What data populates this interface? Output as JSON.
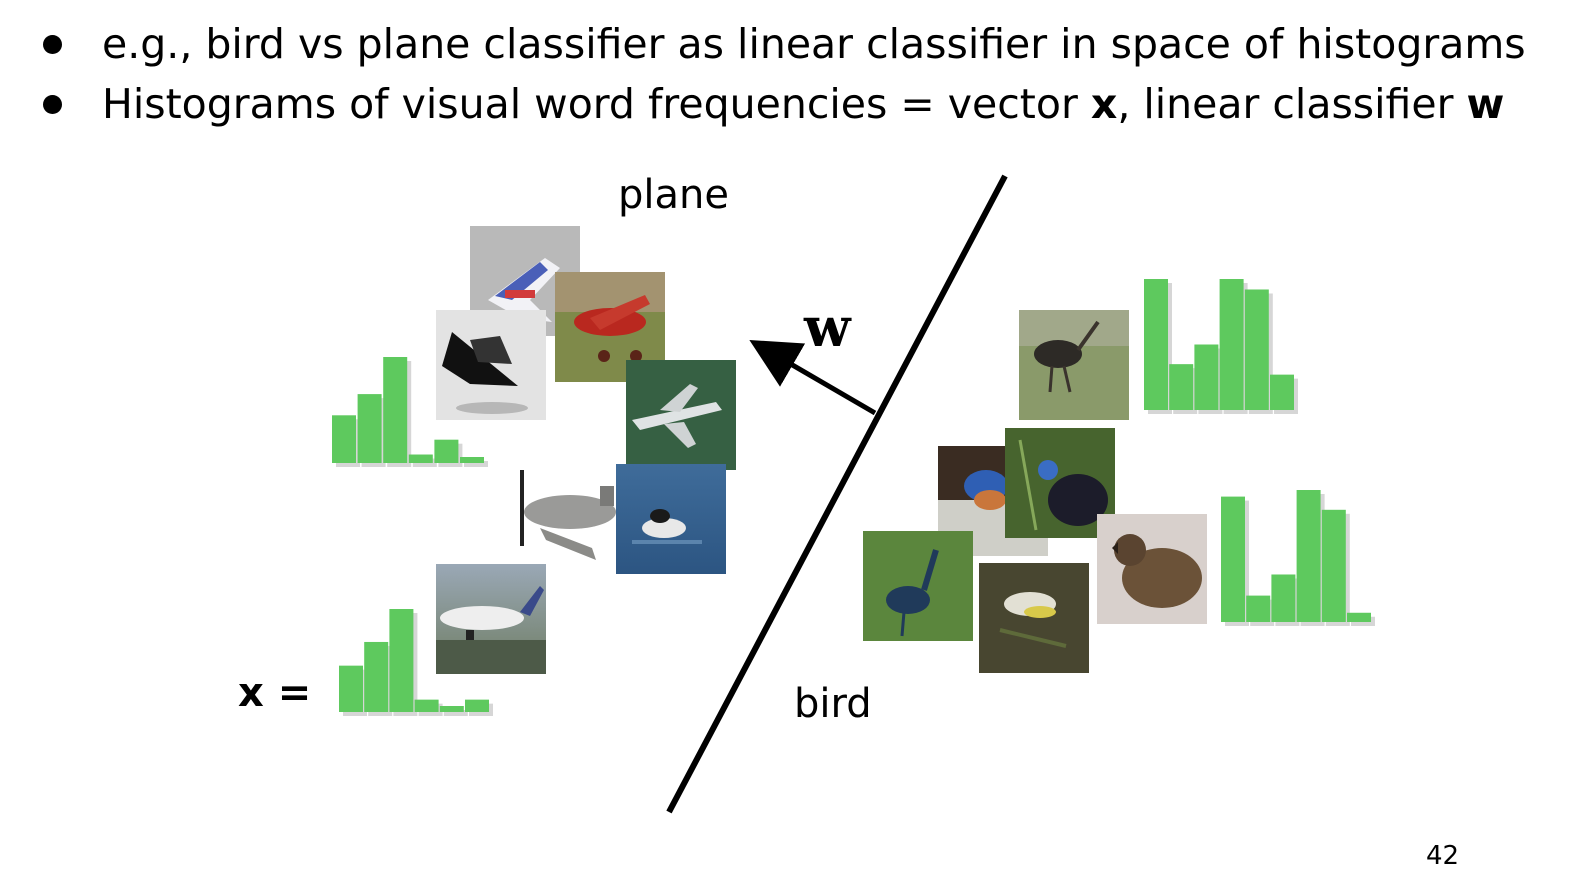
{
  "bullets": [
    {
      "text": "e.g., bird vs plane classifier as linear classifier in space of histograms"
    },
    {
      "pre": "Histograms of visual word frequencies = vector ",
      "bold1": "x",
      "mid": ", linear classifier ",
      "bold2": "w"
    }
  ],
  "labels": {
    "plane": "plane",
    "bird": "bird",
    "w": "w",
    "x_eq": "x ="
  },
  "page_number": "42",
  "colors": {
    "bar": "#5ec95e",
    "bar_shadow": "#8a8a8a",
    "line": "#000000"
  },
  "histograms": [
    {
      "name": "plane-histogram-1",
      "values": [
        0.45,
        0.65,
        1.0,
        0.08,
        0.22,
        0.05
      ]
    },
    {
      "name": "plane-histogram-x",
      "values": [
        0.45,
        0.68,
        1.0,
        0.12,
        0.03,
        0.12
      ]
    },
    {
      "name": "bird-histogram-1",
      "values": [
        1.0,
        0.35,
        0.5,
        1.0,
        0.92,
        0.27
      ]
    },
    {
      "name": "bird-histogram-2",
      "values": [
        0.95,
        0.2,
        0.36,
        1.0,
        0.85,
        0.07
      ]
    }
  ],
  "thumbnails": [
    {
      "name": "toy-jet-thumbnail",
      "subject": "toy jet"
    },
    {
      "name": "red-plane-thumbnail",
      "subject": "red plane"
    },
    {
      "name": "stealth-jet-thumbnail",
      "subject": "stealth jet"
    },
    {
      "name": "fighter-jet-thumbnail",
      "subject": "fighter jet"
    },
    {
      "name": "propeller-plane-thumbnail",
      "subject": "propeller plane"
    },
    {
      "name": "seaplane-thumbnail",
      "subject": "seaplane"
    },
    {
      "name": "airliner-thumbnail",
      "subject": "airliner"
    },
    {
      "name": "ostrich-thumbnail",
      "subject": "ostrich"
    },
    {
      "name": "bluebird-thumbnail",
      "subject": "bluebird"
    },
    {
      "name": "cassowary-thumbnail",
      "subject": "cassowary"
    },
    {
      "name": "sparrow-thumbnail",
      "subject": "sparrow"
    },
    {
      "name": "heron-thumbnail",
      "subject": "heron"
    },
    {
      "name": "wagtail-thumbnail",
      "subject": "wagtail"
    }
  ]
}
